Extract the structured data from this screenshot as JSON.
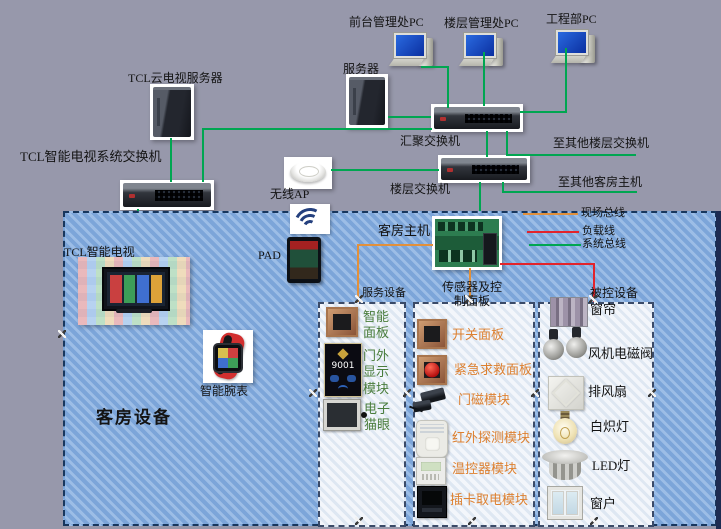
{
  "network": {
    "pc_labels": [
      "前台管理处PC",
      "楼层管理处PC",
      "工程部PC"
    ],
    "cloud_server_label": "TCL云电视服务器",
    "server_label": "服务器",
    "tv_switch_label": "TCL智能电视系统交换机",
    "agg_switch_label": "汇聚交换机",
    "floor_switch_label": "楼层交换机",
    "ap_label": "无线AP",
    "to_other_floor_switches": "至其他楼层交换机",
    "to_other_room_hosts": "至其他客房主机"
  },
  "room": {
    "area_label": "客房设备",
    "tv_label": "TCL智能电视",
    "pad_label": "PAD",
    "watch_label": "智能腕表",
    "host_label": "客房主机",
    "door_display_text": "9001"
  },
  "legend": {
    "items": [
      {
        "label": "现场总线",
        "color": "#e2903b"
      },
      {
        "label": "负载线",
        "color": "#e3242b"
      },
      {
        "label": "系统总线",
        "color": "#00a651"
      }
    ]
  },
  "columns": {
    "service": {
      "title": "服务设备",
      "items": [
        {
          "label": "智能面板"
        },
        {
          "label": "门外显示模块"
        },
        {
          "label": "电子猫眼"
        }
      ]
    },
    "sensor": {
      "title": "传感器及控制面板",
      "items": [
        {
          "label": "开关面板"
        },
        {
          "label": "紧急求救面板"
        },
        {
          "label": "门磁模块"
        },
        {
          "label": "红外探测模块"
        },
        {
          "label": "温控器模块"
        },
        {
          "label": "插卡取电模块"
        }
      ]
    },
    "controlled": {
      "title": "被控设备",
      "items": [
        {
          "label": "窗帘"
        },
        {
          "label": "风机电磁阀"
        },
        {
          "label": "排风扇"
        },
        {
          "label": "白炽灯"
        },
        {
          "label": "LED灯"
        },
        {
          "label": "窗户"
        }
      ]
    }
  },
  "colors": {
    "background": "#9798ab",
    "hatch_blue": "#7ca5d9",
    "network_line": "#00a651",
    "field_bus": "#e2903b",
    "load_line": "#e3242b",
    "system_bus": "#00a651"
  }
}
